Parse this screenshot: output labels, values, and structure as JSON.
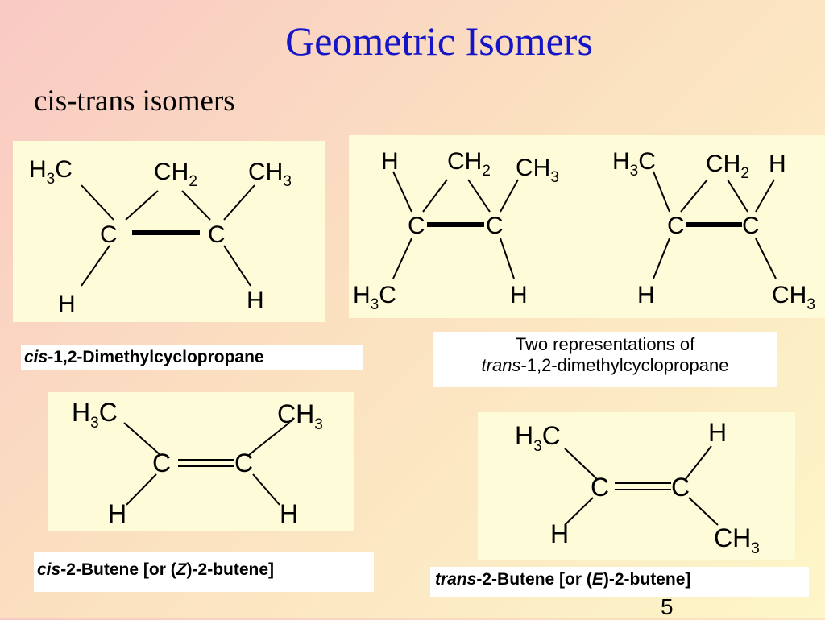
{
  "title": "Geometric Isomers",
  "subtitle": "cis-trans isomers",
  "captions": {
    "cis_cyclo": {
      "prefix": "cis",
      "rest": "-1,2-Dimethylcyclopropane"
    },
    "trans_cyclo": {
      "line1": "Two representations of",
      "prefix": "trans",
      "rest": "-1,2-dimethylcyclopropane"
    },
    "cis_butene": {
      "prefix": "cis",
      "mid": "-2-Butene [or (",
      "letter": "Z",
      "rest": ")-2-butene]"
    },
    "trans_butene": {
      "prefix": "trans",
      "mid": "-2-Butene [or (",
      "letter": "E",
      "rest": ")-2-butene]"
    }
  },
  "atoms": {
    "C": "C",
    "H": "H",
    "CH": "CH",
    "two": "2",
    "three": "3"
  },
  "page_number": "5"
}
